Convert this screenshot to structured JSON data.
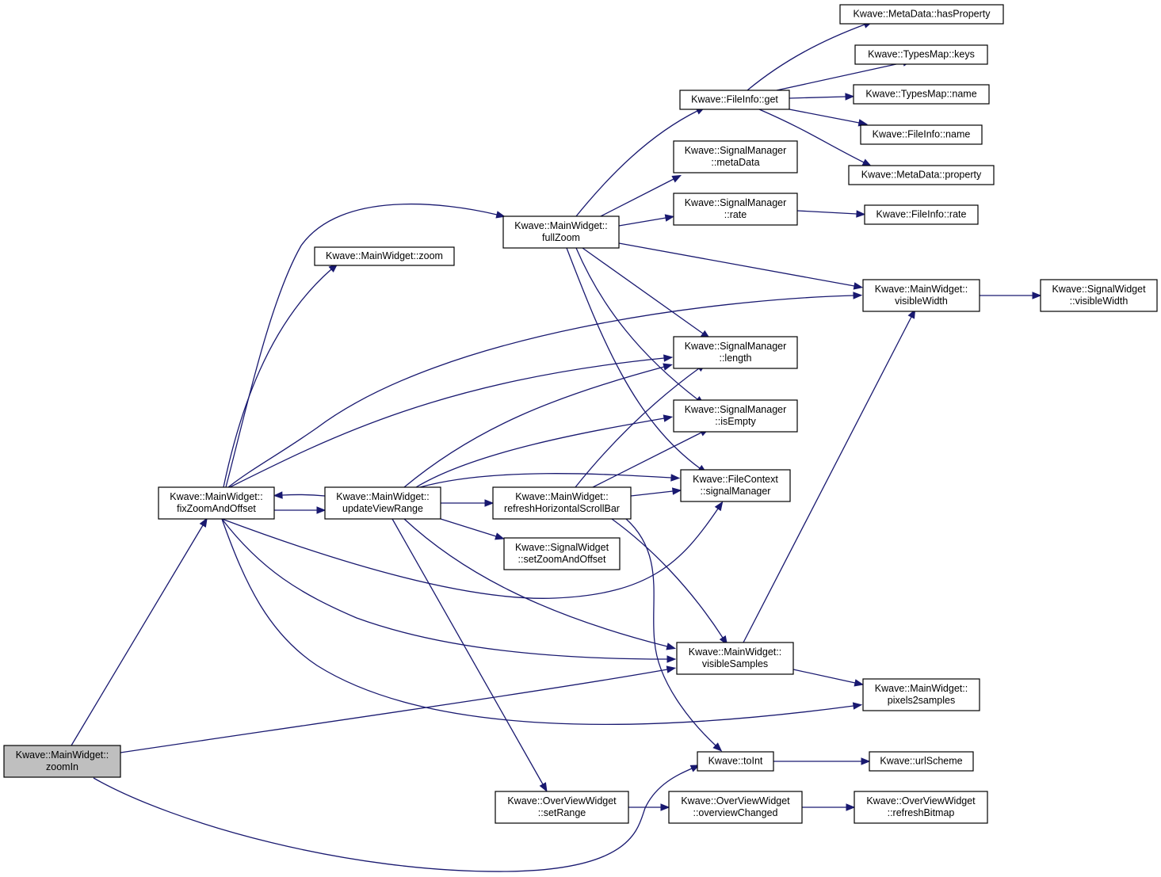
{
  "graph": {
    "nodes": [
      {
        "id": "zoomIn",
        "lines": [
          "Kwave::MainWidget::",
          "zoomIn"
        ],
        "root": true
      },
      {
        "id": "fixZoomAndOffset",
        "lines": [
          "Kwave::MainWidget::",
          "fixZoomAndOffset"
        ]
      },
      {
        "id": "updateViewRange",
        "lines": [
          "Kwave::MainWidget::",
          "updateViewRange"
        ]
      },
      {
        "id": "zoom",
        "lines": [
          "Kwave::MainWidget::zoom"
        ]
      },
      {
        "id": "fullZoom",
        "lines": [
          "Kwave::MainWidget::",
          "fullZoom"
        ]
      },
      {
        "id": "fileInfoGet",
        "lines": [
          "Kwave::FileInfo::get"
        ]
      },
      {
        "id": "hasProperty",
        "lines": [
          "Kwave::MetaData::hasProperty"
        ]
      },
      {
        "id": "typesMapKeys",
        "lines": [
          "Kwave::TypesMap::keys"
        ]
      },
      {
        "id": "typesMapName",
        "lines": [
          "Kwave::TypesMap::name"
        ]
      },
      {
        "id": "fileInfoName",
        "lines": [
          "Kwave::FileInfo::name"
        ]
      },
      {
        "id": "metaDataProperty",
        "lines": [
          "Kwave::MetaData::property"
        ]
      },
      {
        "id": "smMetaData",
        "lines": [
          "Kwave::SignalManager",
          "::metaData"
        ]
      },
      {
        "id": "smRate",
        "lines": [
          "Kwave::SignalManager",
          "::rate"
        ]
      },
      {
        "id": "fileInfoRate",
        "lines": [
          "Kwave::FileInfo::rate"
        ]
      },
      {
        "id": "mwVisibleWidth",
        "lines": [
          "Kwave::MainWidget::",
          "visibleWidth"
        ]
      },
      {
        "id": "swVisibleWidth",
        "lines": [
          "Kwave::SignalWidget",
          "::visibleWidth"
        ]
      },
      {
        "id": "smLength",
        "lines": [
          "Kwave::SignalManager",
          "::length"
        ]
      },
      {
        "id": "smIsEmpty",
        "lines": [
          "Kwave::SignalManager",
          "::isEmpty"
        ]
      },
      {
        "id": "fcSignalManager",
        "lines": [
          "Kwave::FileContext",
          "::signalManager"
        ]
      },
      {
        "id": "refreshHSB",
        "lines": [
          "Kwave::MainWidget::",
          "refreshHorizontalScrollBar"
        ]
      },
      {
        "id": "swSetZoomAndOffset",
        "lines": [
          "Kwave::SignalWidget",
          "::setZoomAndOffset"
        ]
      },
      {
        "id": "visibleSamples",
        "lines": [
          "Kwave::MainWidget::",
          "visibleSamples"
        ]
      },
      {
        "id": "pixels2samples",
        "lines": [
          "Kwave::MainWidget::",
          "pixels2samples"
        ]
      },
      {
        "id": "toInt",
        "lines": [
          "Kwave::toInt"
        ]
      },
      {
        "id": "urlScheme",
        "lines": [
          "Kwave::urlScheme"
        ]
      },
      {
        "id": "ovwSetRange",
        "lines": [
          "Kwave::OverViewWidget",
          "::setRange"
        ]
      },
      {
        "id": "ovwOverviewChanged",
        "lines": [
          "Kwave::OverViewWidget",
          "::overviewChanged"
        ]
      },
      {
        "id": "ovwRefreshBitmap",
        "lines": [
          "Kwave::OverViewWidget",
          "::refreshBitmap"
        ]
      }
    ],
    "edges": [
      {
        "from": "zoomIn",
        "to": "fixZoomAndOffset"
      },
      {
        "from": "zoomIn",
        "to": "visibleSamples"
      },
      {
        "from": "zoomIn",
        "to": "toInt"
      },
      {
        "from": "fixZoomAndOffset",
        "to": "fullZoom"
      },
      {
        "from": "fixZoomAndOffset",
        "to": "zoom"
      },
      {
        "from": "fixZoomAndOffset",
        "to": "mwVisibleWidth"
      },
      {
        "from": "fixZoomAndOffset",
        "to": "smLength"
      },
      {
        "from": "fixZoomAndOffset",
        "to": "updateViewRange"
      },
      {
        "from": "fixZoomAndOffset",
        "to": "fcSignalManager"
      },
      {
        "from": "fixZoomAndOffset",
        "to": "visibleSamples"
      },
      {
        "from": "fixZoomAndOffset",
        "to": "pixels2samples"
      },
      {
        "from": "updateViewRange",
        "to": "fixZoomAndOffset"
      },
      {
        "from": "updateViewRange",
        "to": "smLength"
      },
      {
        "from": "updateViewRange",
        "to": "smIsEmpty"
      },
      {
        "from": "updateViewRange",
        "to": "fcSignalManager"
      },
      {
        "from": "updateViewRange",
        "to": "refreshHSB"
      },
      {
        "from": "updateViewRange",
        "to": "swSetZoomAndOffset"
      },
      {
        "from": "updateViewRange",
        "to": "visibleSamples"
      },
      {
        "from": "updateViewRange",
        "to": "ovwSetRange"
      },
      {
        "from": "fullZoom",
        "to": "fileInfoGet"
      },
      {
        "from": "fullZoom",
        "to": "smMetaData"
      },
      {
        "from": "fullZoom",
        "to": "smRate"
      },
      {
        "from": "fullZoom",
        "to": "mwVisibleWidth"
      },
      {
        "from": "fullZoom",
        "to": "smLength"
      },
      {
        "from": "fullZoom",
        "to": "smIsEmpty"
      },
      {
        "from": "fullZoom",
        "to": "fcSignalManager"
      },
      {
        "from": "fileInfoGet",
        "to": "hasProperty"
      },
      {
        "from": "fileInfoGet",
        "to": "typesMapKeys"
      },
      {
        "from": "fileInfoGet",
        "to": "typesMapName"
      },
      {
        "from": "fileInfoGet",
        "to": "fileInfoName"
      },
      {
        "from": "fileInfoGet",
        "to": "metaDataProperty"
      },
      {
        "from": "smRate",
        "to": "fileInfoRate"
      },
      {
        "from": "mwVisibleWidth",
        "to": "swVisibleWidth"
      },
      {
        "from": "refreshHSB",
        "to": "smLength"
      },
      {
        "from": "refreshHSB",
        "to": "smIsEmpty"
      },
      {
        "from": "refreshHSB",
        "to": "fcSignalManager"
      },
      {
        "from": "refreshHSB",
        "to": "visibleSamples"
      },
      {
        "from": "refreshHSB",
        "to": "toInt"
      },
      {
        "from": "visibleSamples",
        "to": "mwVisibleWidth"
      },
      {
        "from": "visibleSamples",
        "to": "pixels2samples"
      },
      {
        "from": "toInt",
        "to": "urlScheme"
      },
      {
        "from": "ovwSetRange",
        "to": "ovwOverviewChanged"
      },
      {
        "from": "ovwOverviewChanged",
        "to": "ovwRefreshBitmap"
      }
    ]
  }
}
